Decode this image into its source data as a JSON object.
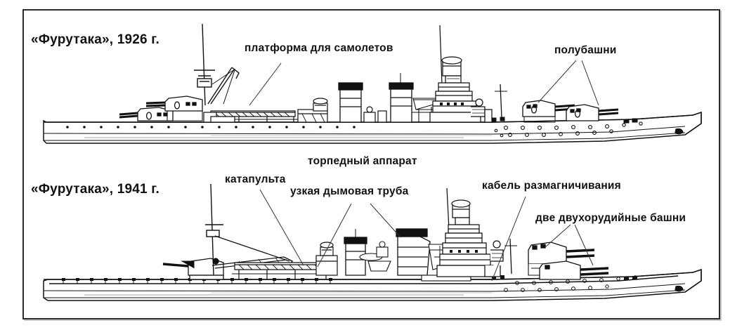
{
  "document": {
    "kind": "technical-line-drawing",
    "subject": "Japanese heavy cruiser Furutaka",
    "border_color": "#2b2b2b",
    "ink_color": "#111111",
    "paper_color": "#ffffff"
  },
  "ship_top": {
    "title": "«Фурутака», 1926 г.",
    "callouts": [
      {
        "id": "aircraft-platform",
        "text": "платформа для самолетов"
      },
      {
        "id": "half-turrets",
        "text": "полубашни"
      }
    ]
  },
  "ship_bottom": {
    "title": "«Фурутака», 1941 г.",
    "callouts": [
      {
        "id": "torpedo-tube",
        "text": "торпедный аппарат"
      },
      {
        "id": "catapult",
        "text": "катапульта"
      },
      {
        "id": "narrow-funnel",
        "text": "узкая дымовая труба"
      },
      {
        "id": "degaussing-cable",
        "text": "кабель размагничивания"
      },
      {
        "id": "twin-gun-turrets",
        "text": "две двухорудийные башни"
      }
    ]
  }
}
